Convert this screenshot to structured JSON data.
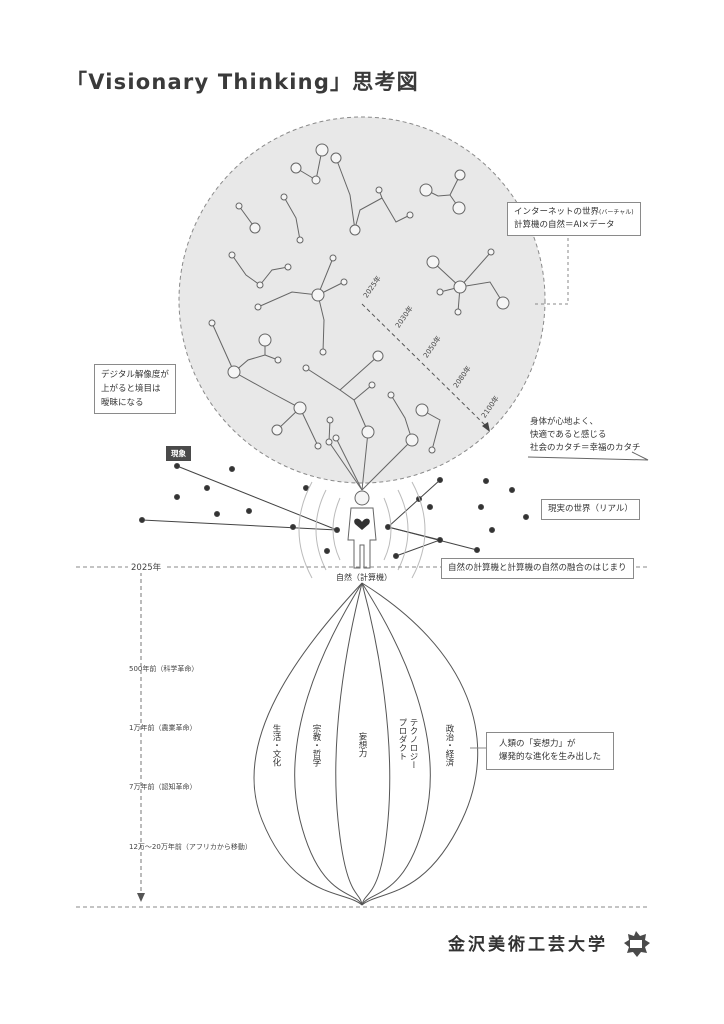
{
  "title": "「Visionary Thinking」思考図",
  "virtual_box": {
    "line1": "インターネットの世界",
    "line1_small": "(バーチャル)",
    "line2": "計算機の自然＝AI×データ"
  },
  "digital_box": {
    "line1": "デジタル解像度が",
    "line2": "上がると境目は",
    "line3": "曖昧になる"
  },
  "years": [
    "2025年",
    "2030年",
    "2050年",
    "2080年",
    "2100年"
  ],
  "comfort_text": {
    "line1": "身体が心地よく、",
    "line2": "快適であると感じる",
    "line3": "社会のカタチ＝幸福のカタチ"
  },
  "phenomenon_tag": "現象",
  "real_box": "現実の世界（リアル）",
  "fusion_box": "自然の計算機と計算機の自然の融合のはじまり",
  "current_year": "2025年",
  "human_label": "自然（計算機）",
  "timeline": [
    "500年前（科学革命）",
    "1万年前（農業革命）",
    "7万年前（認知革命）",
    "12万〜20万年前（アフリカから移動）"
  ],
  "domains": [
    "生活・文化",
    "宗教・哲学",
    "妄想力",
    "テクノロジー・プロダクト",
    "政治・経済"
  ],
  "domain_lines": {
    "culture": [
      "生活・文化"
    ],
    "religion": [
      "宗教・哲学"
    ],
    "imagination": [
      "妄想力"
    ],
    "technology": [
      "テクノロジー",
      "プロダクト"
    ],
    "politics": [
      "政治・経済"
    ]
  },
  "evolution_box": {
    "line1": "人類の「妄想力」が",
    "line2": "爆発的な進化を生み出した"
  },
  "university": "金沢美術工芸大学",
  "icon": "kanazawa-logo-icon",
  "colors": {
    "line": "#555555",
    "circle_fill": "#e8e8e8",
    "dot": "#333333",
    "dash": "#888888"
  }
}
